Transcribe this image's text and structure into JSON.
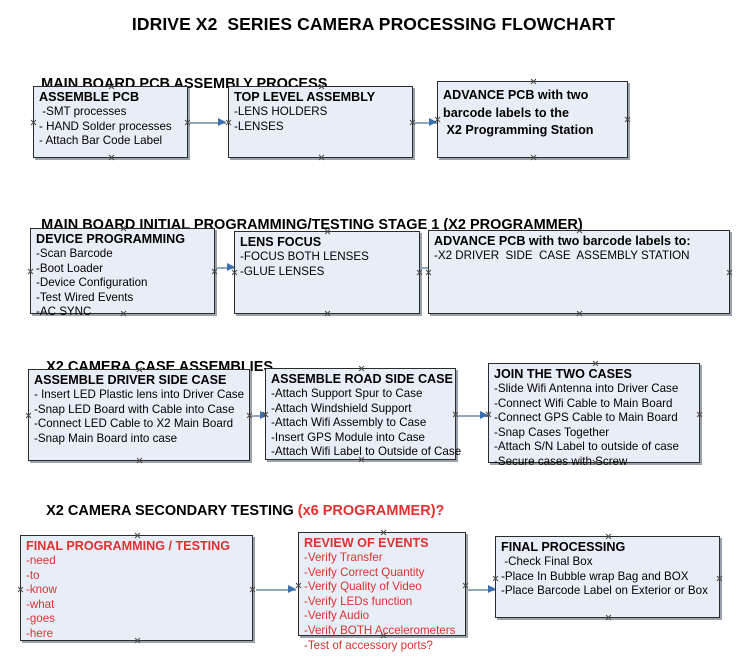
{
  "document": {
    "title": "IDRIVE X2  SERIES CAMERA PROCESSING FLOWCHART"
  },
  "sections": [
    {
      "id": "main-board-pcb-assembly",
      "title": "MAIN BOARD PCB ASSEMBLY PROCESS",
      "title_accent": "",
      "boxes": [
        {
          "id": "assemble-pcb",
          "title": "ASSEMBLE PCB",
          "lines": [
            " -SMT processes",
            "- HAND Solder processes",
            "- Attach Bar Code Label"
          ]
        },
        {
          "id": "top-level-assembly",
          "title": "TOP LEVEL ASSEMBLY",
          "lines": [
            "-LENS HOLDERS",
            "-LENSES"
          ]
        },
        {
          "id": "advance-pcb-programming-station",
          "title": "",
          "lines": [
            "ADVANCE PCB with two",
            "barcode labels to the",
            " X2 Programming Station"
          ]
        }
      ]
    },
    {
      "id": "main-board-initial-programming",
      "title": "MAIN BOARD INITIAL PROGRAMMING/TESTING STAGE 1 (X2 PROGRAMMER)",
      "title_accent": "",
      "boxes": [
        {
          "id": "device-programming",
          "title": "DEVICE PROGRAMMING",
          "lines": [
            "-Scan Barcode",
            "-Boot Loader",
            "-Device Configuration",
            "-Test Wired Events",
            "-AC SYNC"
          ]
        },
        {
          "id": "lens-focus",
          "title": "LENS FOCUS",
          "lines": [
            "-FOCUS BOTH LENSES",
            "-GLUE LENSES"
          ]
        },
        {
          "id": "advance-pcb-driver-side-case",
          "title": "ADVANCE PCB with two barcode labels to:",
          "lines": [
            "-X2 DRIVER  SIDE  CASE  ASSEMBLY STATION"
          ]
        }
      ]
    },
    {
      "id": "x2-camera-case-assemblies",
      "title": "X2 CAMERA CASE ASSEMBLIES",
      "title_accent": "",
      "boxes": [
        {
          "id": "assemble-driver-side-case",
          "title": "ASSEMBLE DRIVER SIDE CASE",
          "lines": [
            "- Insert LED Plastic lens into Driver Case",
            "-Snap LED Board with Cable into Case",
            "-Connect LED Cable to X2 Main Board",
            "-Snap Main Board into case"
          ]
        },
        {
          "id": "assemble-road-side-case",
          "title": "ASSEMBLE ROAD SIDE CASE",
          "lines": [
            "-Attach Support Spur to Case",
            "-Attach Windshield Support",
            "-Attach Wifi Assembly to Case",
            "-Insert GPS Module into Case",
            "-Attach Wifi Label to Outside of Case"
          ]
        },
        {
          "id": "join-the-two-cases",
          "title": "JOIN THE TWO CASES",
          "lines": [
            "-Slide Wifi Antenna into Driver Case",
            "-Connect Wifi Cable to Main Board",
            "-Connect GPS Cable to Main Board",
            "-Snap Cases Together",
            "-Attach S/N Label to outside of case",
            "-Secure cases with Screw"
          ]
        }
      ]
    },
    {
      "id": "x2-camera-secondary-testing",
      "title": "X2 CAMERA SECONDARY TESTING ",
      "title_accent": "(x6 PROGRAMMER)?",
      "boxes": [
        {
          "id": "final-programming-testing",
          "title": "FINAL PROGRAMMING / TESTING",
          "lines": [
            "-need",
            "-to",
            "-know",
            "-what",
            "-goes",
            "-here"
          ]
        },
        {
          "id": "review-of-events",
          "title": "REVIEW OF EVENTS",
          "lines": [
            "-Verify Transfer",
            "-Verify Correct Quantity",
            "-Verify Quality of Video",
            "-Verify LEDs function",
            "-Verify Audio",
            "-Verify BOTH Accelerometers",
            "-Test of accessory ports?"
          ]
        },
        {
          "id": "final-processing",
          "title": "FINAL PROCESSING",
          "lines": [
            " -Check Final Box",
            "-Place In Bubble wrap Bag and BOX",
            "-Place Barcode Label on Exterior or Box"
          ]
        }
      ]
    }
  ],
  "colors": {
    "box_fill": "#e8eef7",
    "box_border": "#2b2b2b",
    "box_shadow": "#9aa3ad",
    "arrow_shaft": "#8fa8c0",
    "arrow_head": "#3c6fb0",
    "text": "#000000",
    "accent_red": "#e03030"
  }
}
